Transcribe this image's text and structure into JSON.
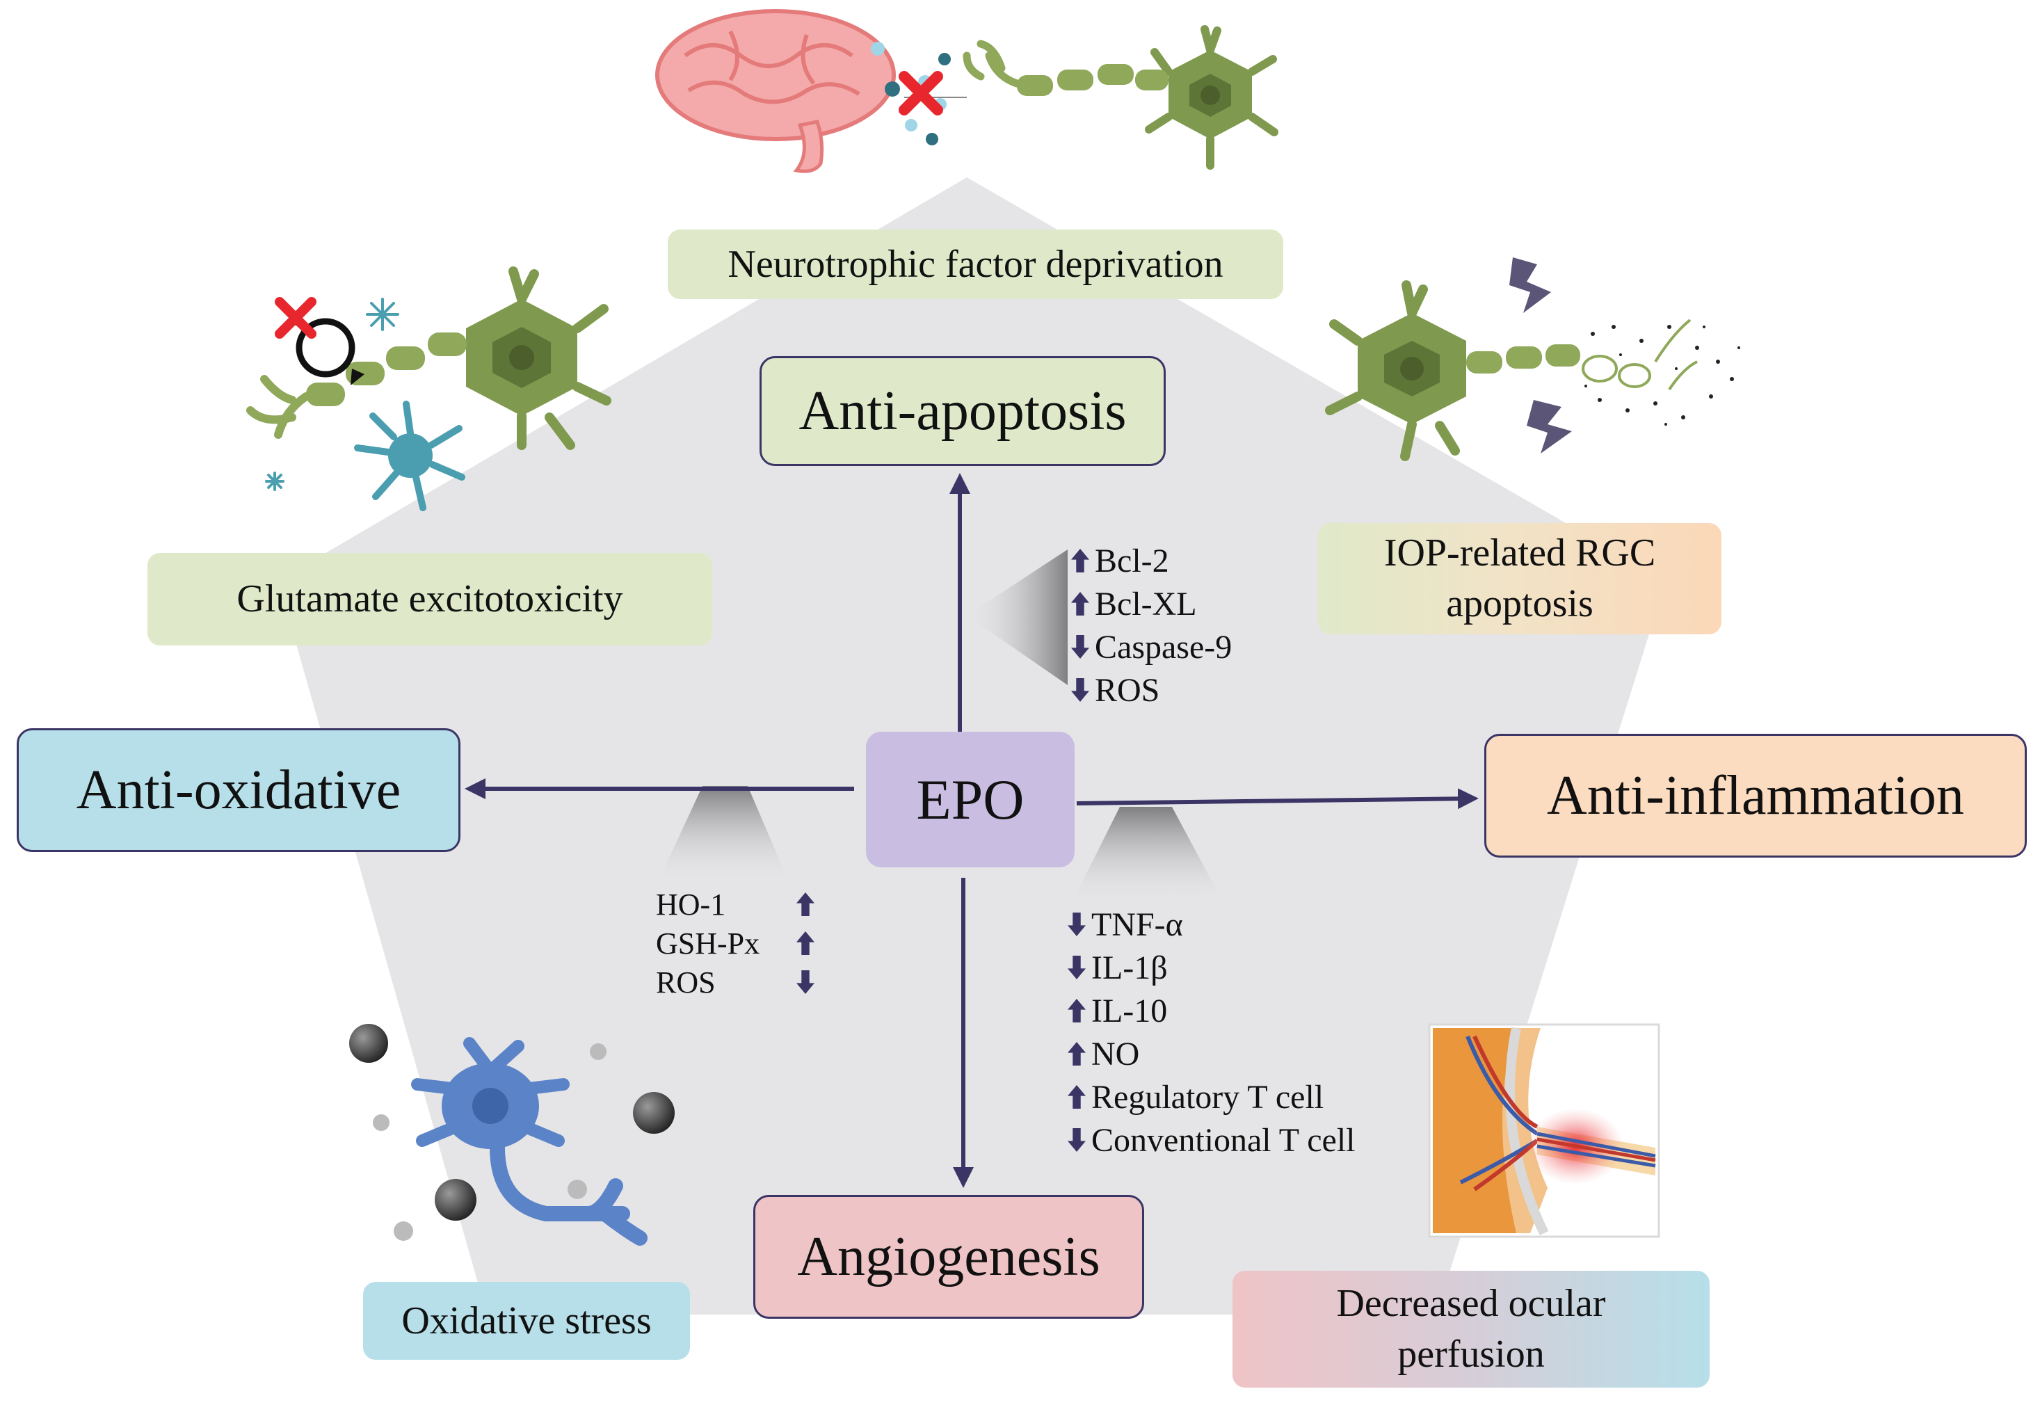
{
  "center": {
    "label": "EPO"
  },
  "mechanisms": {
    "anti_apoptosis": "Anti-apoptosis",
    "anti_oxidative": "Anti-oxidative",
    "anti_inflammation": "Anti-inflammation",
    "angiogenesis": "Angiogenesis"
  },
  "causes": {
    "neurotrophic": "Neurotrophic factor deprivation",
    "glutamate": "Glutamate excitotoxicity",
    "iop_line1": "IOP-related RGC",
    "iop_line2": "apoptosis",
    "oxidative_stress": "Oxidative stress",
    "ocular_line1": "Decreased ocular",
    "ocular_line2": "perfusion"
  },
  "markers": {
    "anti_apoptosis": [
      {
        "name": "Bcl-2",
        "direction": "up"
      },
      {
        "name": "Bcl-XL",
        "direction": "up"
      },
      {
        "name": "Caspase-9",
        "direction": "down"
      },
      {
        "name": "ROS",
        "direction": "down"
      }
    ],
    "anti_inflammation": [
      {
        "name": "TNF-α",
        "direction": "down"
      },
      {
        "name": "IL-1β",
        "direction": "down"
      },
      {
        "name": "IL-10",
        "direction": "up"
      },
      {
        "name": "NO",
        "direction": "up"
      },
      {
        "name": "Regulatory  T cell",
        "direction": "up"
      },
      {
        "name": "Conventional  T cell",
        "direction": "down"
      }
    ],
    "anti_oxidative": [
      {
        "name": "HO-1",
        "direction": "up"
      },
      {
        "name": "GSH-Px",
        "direction": "up"
      },
      {
        "name": "ROS",
        "direction": "down"
      }
    ]
  },
  "colors": {
    "arrow": "#3b3566",
    "pentagon": "#e5e5e7",
    "neuron": "#7f9a4e",
    "neuron_dark": "#5e7538",
    "astrocyte": "#4a9eb0",
    "oxidative_cell": "#5b83c7"
  }
}
